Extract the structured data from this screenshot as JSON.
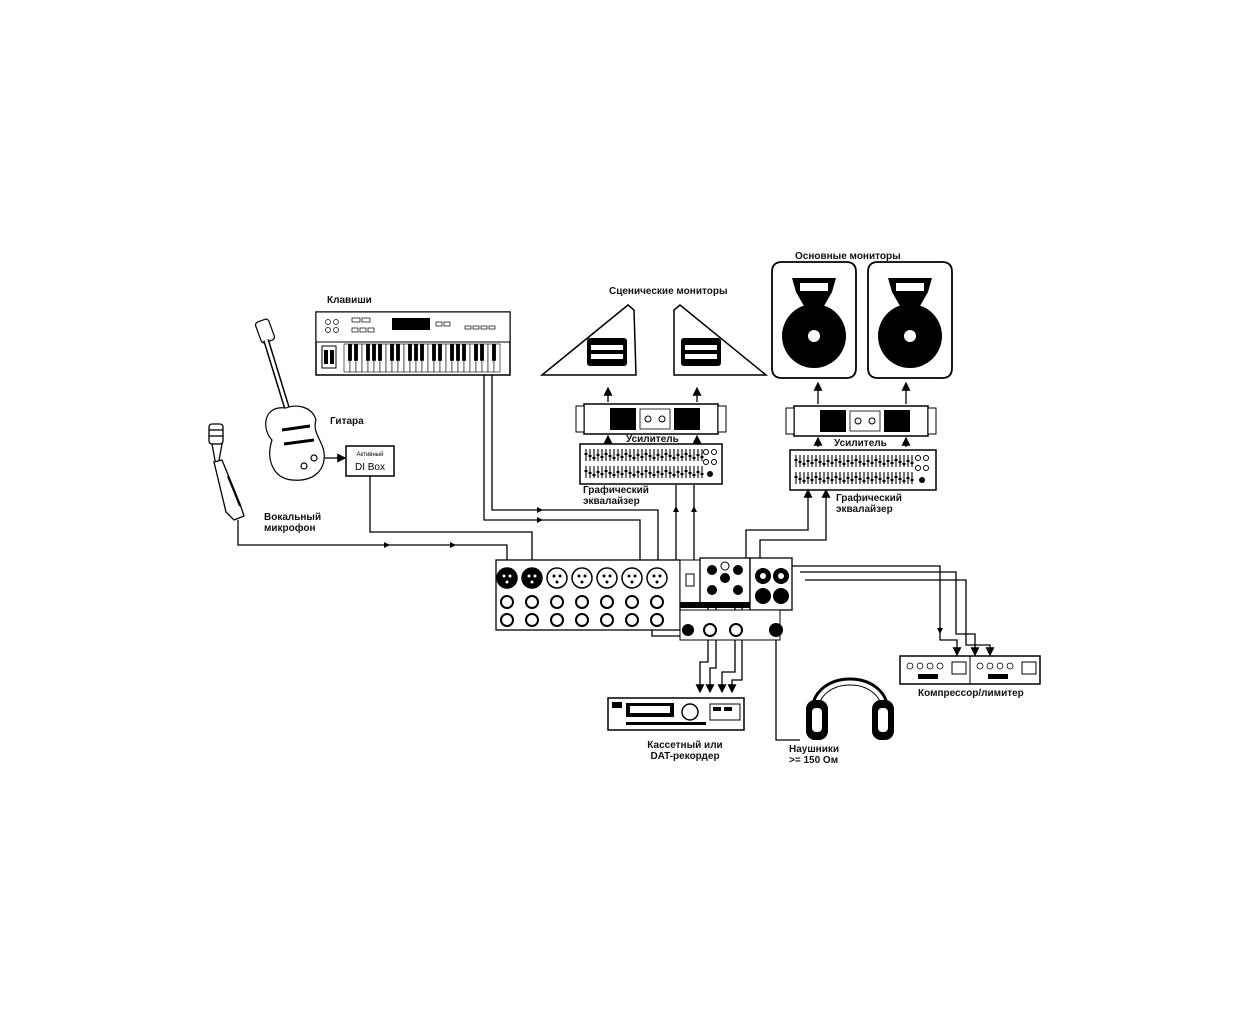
{
  "labels": {
    "keyboard": "Клавиши",
    "guitar": "Гитара",
    "mic_line1": "Вокальный",
    "mic_line2": "микрофон",
    "stage_monitors": "Сценические мониторы",
    "main_monitors": "Основные мониторы",
    "amp_left": "Усилитель",
    "amp_right": "Усилитель",
    "eq_left_line1": "Графический",
    "eq_left_line2": "эквалайзер",
    "eq_right_line1": "Графический",
    "eq_right_line2": "эквалайзер",
    "compressor": "Компрессор/лимитер",
    "recorder_line1": "Кассетный или",
    "recorder_line2": "DAT-рекордер",
    "headphones_line1": "Наушники",
    "headphones_line2": ">= 150 Ом"
  },
  "di_box": {
    "top_label": "Активный",
    "main_label": "DI Box"
  },
  "colors": {
    "line": "#000000",
    "device_fill": "#ffffff",
    "device_dark": "#1a1a1a"
  }
}
